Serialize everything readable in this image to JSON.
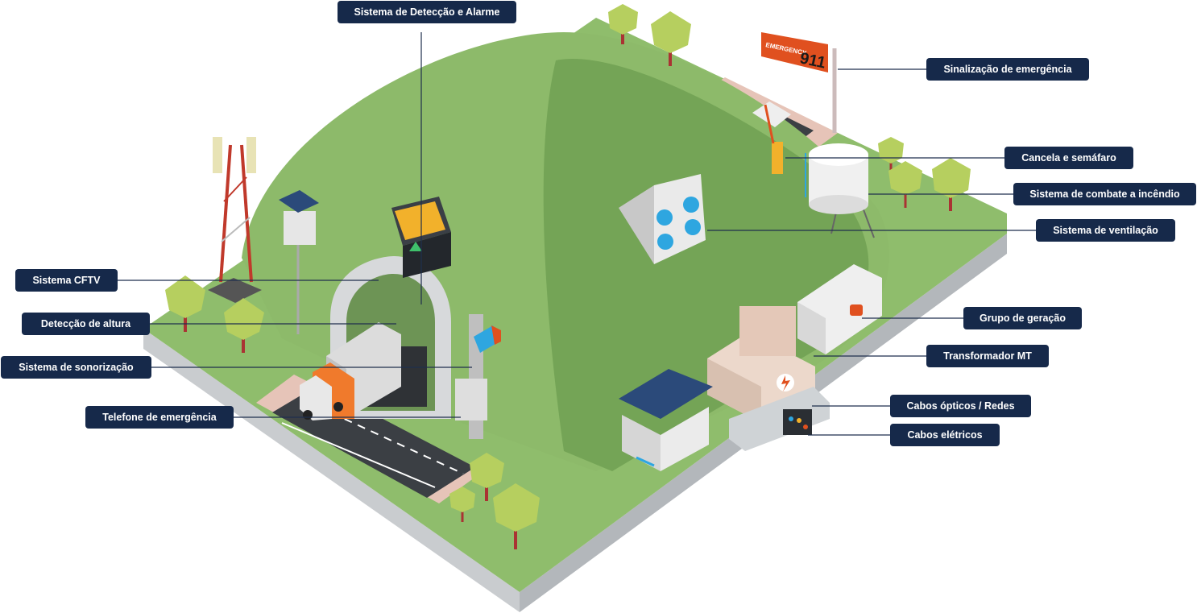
{
  "labels": {
    "deteccao_alarme": "Sistema de Detecção e Alarme",
    "sinalizacao_emergencia": "Sinalização de emergência",
    "cancela_semaforo": "Cancela e semáfaro",
    "combate_incendio": "Sistema de combate a incêndio",
    "ventilacao": "Sistema de ventilação",
    "grupo_geracao": "Grupo de geração",
    "transformador_mt": "Transformador MT",
    "cabos_opticos": "Cabos ópticos / Redes",
    "cabos_eletricos": "Cabos elétricos",
    "cftv": "Sistema CFTV",
    "deteccao_altura": "Detecção de altura",
    "sonorizacao": "Sistema de sonorização",
    "telefone_emergencia": "Telefone de emergência"
  },
  "signage": {
    "emergency_word": "EMERGENCY",
    "emergency_number": "911"
  },
  "colors": {
    "callout_bg": "#16294a",
    "grass": "#8fbd6c",
    "hill": "#8dba6a",
    "hill_shadow": "#74a456",
    "road": "#3b3f44",
    "path": "#e6c4b8",
    "sign": "#e0501f",
    "accent_blue": "#2ea6e0",
    "tree": "#b6cf5f"
  }
}
